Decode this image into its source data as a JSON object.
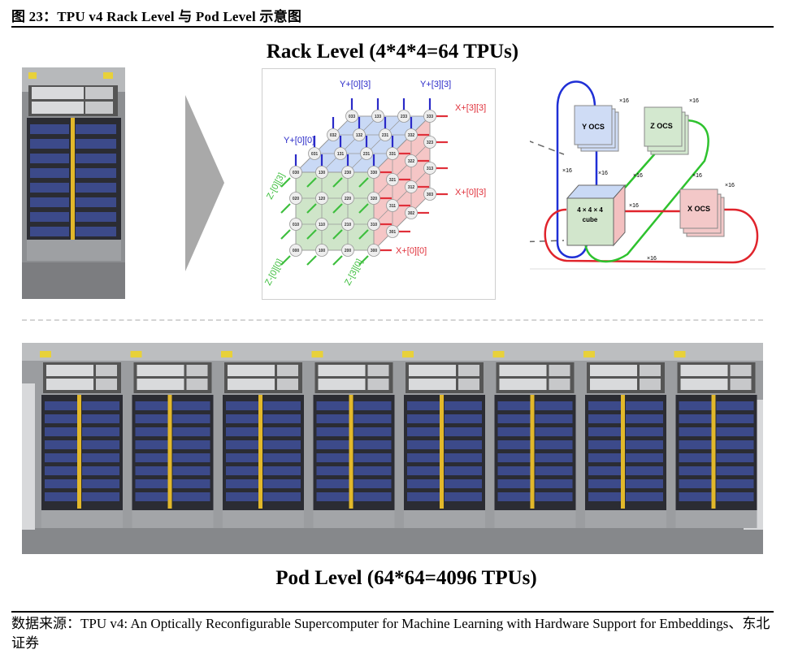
{
  "figure": {
    "title": "图 23：TPU v4 Rack Level 与 Pod Level 示意图"
  },
  "rack_level": {
    "heading": "Rack Level (4*4*4=64 TPUs)",
    "photo_label": "tpu-v4-rack-photo",
    "cube": {
      "colors": {
        "y_axis": "#2a2ac8",
        "x_axis": "#e0303a",
        "z_axis": "#3fbf3f",
        "top_face": "#c9d9f5",
        "front_face": "#cfe5c9",
        "side_face": "#f5c6c6"
      },
      "front_nodes": [
        [
          "030",
          "130",
          "230",
          "330"
        ],
        [
          "020",
          "120",
          "220",
          "320"
        ],
        [
          "010",
          "110",
          "210",
          "310"
        ],
        [
          "000",
          "100",
          "200",
          "300"
        ]
      ],
      "top_nodes": [
        [
          "033",
          "133",
          "233",
          "333"
        ],
        [
          "032",
          "132",
          "231",
          "332"
        ],
        [
          "031",
          "131",
          "231",
          "331"
        ]
      ],
      "side_nodes": [
        [
          "331",
          "321",
          "311",
          "301"
        ],
        [
          "332",
          "322",
          "312",
          "302"
        ],
        [
          "333",
          "323",
          "313",
          "303"
        ]
      ],
      "labels": {
        "y_00": "Y+[0][0]",
        "y_03": "Y+[0][3]",
        "y_33": "Y+[3][3]",
        "x_33": "X+[3][3]",
        "x_03": "X+[0][3]",
        "x_00": "X+[0][0]",
        "z_03": "Z-[0][3]",
        "z_00": "Z-[0][0]",
        "z_30": "Z-[3][0]"
      }
    },
    "ocs": {
      "y_ocs": "Y OCS",
      "z_ocs": "Z OCS",
      "x_ocs": "X OCS",
      "cube_line1": "4 × 4 × 4",
      "cube_line2": "cube",
      "multiplier": "×16"
    }
  },
  "pod_level": {
    "heading": "Pod Level (64*64=4096 TPUs)",
    "rack_count_visible": 8
  },
  "source": {
    "text": "数据来源：TPU v4: An Optically Reconfigurable Supercomputer for Machine Learning with Hardware Support for Embeddings、东北证券"
  }
}
